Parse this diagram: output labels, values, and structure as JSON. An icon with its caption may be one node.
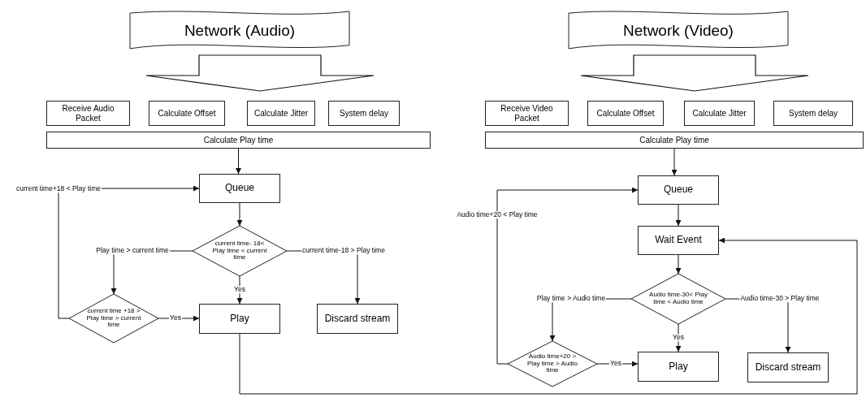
{
  "diagram": {
    "nodes": [
      {
        "text": [
          "Network (Audio)"
        ]
      },
      {
        "text": [
          "Receive Audio Packet"
        ]
      },
      {
        "text": [
          "Calculate Offset"
        ]
      },
      {
        "text": [
          "Calculate Jitter"
        ]
      },
      {
        "text": [
          "System delay"
        ]
      },
      {
        "text": [
          "Calculate Play time"
        ]
      },
      {
        "text": [
          "Queue"
        ]
      },
      {
        "text": [
          "current time- 18< Play time < current time"
        ]
      },
      {
        "text": [
          "current time +18 > Play time > current time"
        ]
      },
      {
        "text": [
          "Play"
        ]
      },
      {
        "text": [
          "Discard stream"
        ]
      },
      {
        "text": [
          "Network (Video)"
        ]
      },
      {
        "text": [
          "Receive Video Packet"
        ]
      },
      {
        "text": [
          "Calculate Offset"
        ]
      },
      {
        "text": [
          "Calculate Jitter"
        ]
      },
      {
        "text": [
          "System delay"
        ]
      },
      {
        "text": [
          "Calculate Play time"
        ]
      },
      {
        "text": [
          "Queue"
        ]
      },
      {
        "text": [
          "Wait Event"
        ]
      },
      {
        "text": [
          "Audio time-30< Play time < Audio time"
        ]
      },
      {
        "text": [
          "Audio time+20 > Play time > Audio time"
        ]
      },
      {
        "text": [
          "Play"
        ]
      },
      {
        "text": [
          "Discard stream"
        ]
      }
    ],
    "edges": [
      {
        "from": 0,
        "to": null,
        "arrow": "to",
        "style": "thick"
      },
      {
        "from": 5,
        "to": 6,
        "arrow": "to"
      },
      {
        "from": 6,
        "to": 7,
        "arrow": "to"
      },
      {
        "from": 7,
        "to": 9,
        "arrow": "to",
        "label": "Yes"
      },
      {
        "from": 7,
        "to": 10,
        "arrow": "to",
        "label": "current time-18 > Play time"
      },
      {
        "from": 7,
        "to": 8,
        "arrow": "to",
        "label": "Play time > current time"
      },
      {
        "from": 8,
        "to": 9,
        "arrow": "to",
        "label": "Yes"
      },
      {
        "from": 8,
        "to": 6,
        "arrow": "to",
        "label": "current time+18 < Play time"
      },
      {
        "from": 9,
        "to": 18,
        "arrow": "to"
      },
      {
        "from": 11,
        "to": null,
        "arrow": "to",
        "style": "thick"
      },
      {
        "from": 16,
        "to": 17,
        "arrow": "to"
      },
      {
        "from": 17,
        "to": 18,
        "arrow": "to"
      },
      {
        "from": 18,
        "to": 19,
        "arrow": "to"
      },
      {
        "from": 19,
        "to": 21,
        "arrow": "to",
        "label": "Yes"
      },
      {
        "from": 19,
        "to": 22,
        "arrow": "to",
        "label": "Audio time-30 > Play time"
      },
      {
        "from": 19,
        "to": 20,
        "arrow": "to",
        "label": "Play time > Audio time"
      },
      {
        "from": 20,
        "to": 21,
        "arrow": "to",
        "label": "Yes"
      },
      {
        "from": 20,
        "to": 17,
        "arrow": "to",
        "label": "Audio time+20 < Play time"
      }
    ]
  }
}
